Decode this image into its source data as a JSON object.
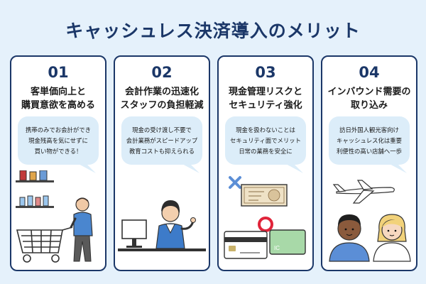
{
  "page": {
    "title": "キャッシュレス決済導入のメリット"
  },
  "colors": {
    "navy": "#1b3768",
    "bubble": "#dcedf9",
    "background": "#e5f1fb",
    "cross": "#5b8ed6",
    "circle": "#e0243a"
  },
  "cards": [
    {
      "number": "01",
      "heading": [
        "客単価向上と",
        "購買意欲を高める"
      ],
      "bubble": [
        "携帯のみでお会計ができ",
        "現金残高を気にせずに",
        "買い物ができる！"
      ],
      "icons": [
        "shopping-cart-icon",
        "shop-shelf-icon",
        "shopper-person-icon"
      ]
    },
    {
      "number": "02",
      "heading": [
        "会計作業の迅速化",
        "スタッフの負担軽減"
      ],
      "bubble": [
        "現金の受け渡し不要で",
        "会計業務がスピードアップ",
        "教育コストも抑えられる"
      ],
      "icons": [
        "staff-person-icon",
        "register-monitor-icon"
      ]
    },
    {
      "number": "03",
      "heading": [
        "現金管理リスクと",
        "セキュリティ強化"
      ],
      "bubble": [
        "現金を扱わないことは",
        "セキュリティ面でメリット",
        "日常の業務を安全に"
      ],
      "icons": [
        "cross-mark-icon",
        "banknote-icon",
        "circle-mark-icon",
        "credit-card-icon",
        "ic-card-icon"
      ],
      "ic_label": "IC"
    },
    {
      "number": "04",
      "heading": [
        "インバウンド需要の",
        "取り込み"
      ],
      "bubble": [
        "訪日外国人観光客向け",
        "キャッシュレス化は重要",
        "利便性の高い店舗へ一歩"
      ],
      "icons": [
        "airplane-icon",
        "tourist-man-icon",
        "tourist-woman-icon"
      ]
    }
  ]
}
